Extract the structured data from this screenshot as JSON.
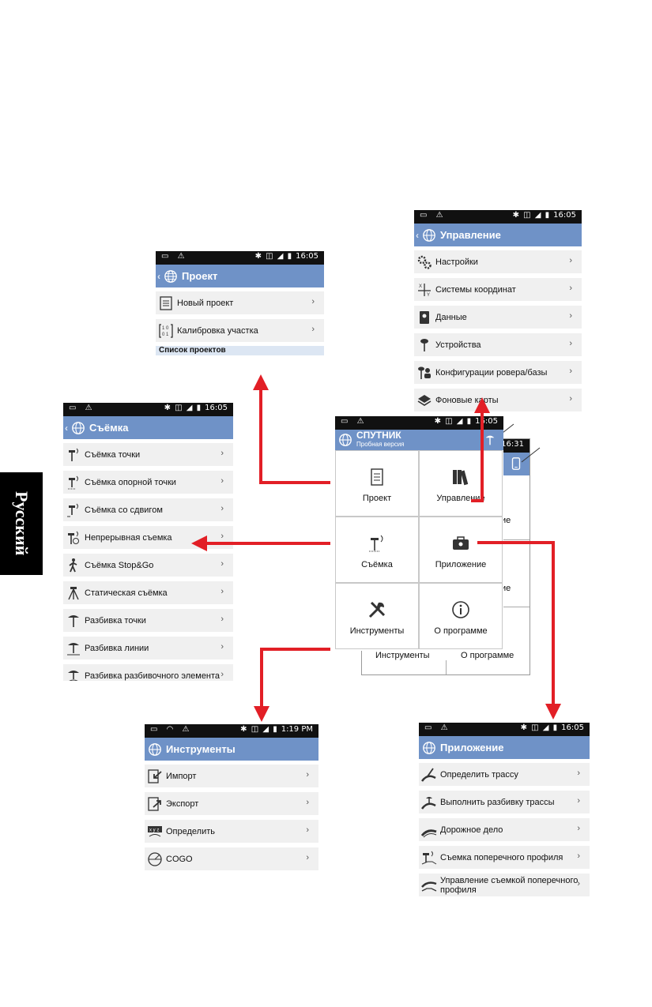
{
  "language_tab": "Русский",
  "status": {
    "time_main": "16:05",
    "time_alt": "16:31",
    "time_tools": "1:19 PM"
  },
  "project": {
    "title": "Проект",
    "items": [
      "Новый проект",
      "Калибровка участка"
    ],
    "section": "Список проектов"
  },
  "manage": {
    "title": "Управление",
    "items": [
      "Настройки",
      "Системы координат",
      "Данные",
      "Устройства",
      "Конфигурации ровера/базы",
      "Фоновые карты"
    ]
  },
  "survey": {
    "title": "Съёмка",
    "items": [
      "Съёмка точки",
      "Съёмка опорной точки",
      "Съёмка со сдвигом",
      "Непрерывная съемка",
      "Съёмка Stop&Go",
      "Статическая съёмка",
      "Разбивка точки",
      "Разбивка линии",
      "Разбивка разбивочного элемента"
    ]
  },
  "main": {
    "title": "СПУТНИК",
    "subtitle": "Пробная версия",
    "tiles": [
      "Проект",
      "Управление",
      "Съёмка",
      "Приложение",
      "Инструменты",
      "О программе"
    ],
    "back_tiles": [
      "ие",
      "ие",
      "Инструменты",
      "О программе"
    ]
  },
  "tools": {
    "title": "Инструменты",
    "items": [
      "Импорт",
      "Экспорт",
      "Определить",
      "COGO"
    ]
  },
  "apps": {
    "title": "Приложение",
    "items": [
      "Определить трассу",
      "Выполнить разбивку трассы",
      "Дорожное дело",
      "Съемка поперечного профиля",
      "Управление съемкой поперечного профиля"
    ]
  },
  "colors": {
    "toolbar": "#6f92c7",
    "arrow": "#e21f26",
    "row": "#f0f0f0",
    "section": "#dce6f3"
  }
}
